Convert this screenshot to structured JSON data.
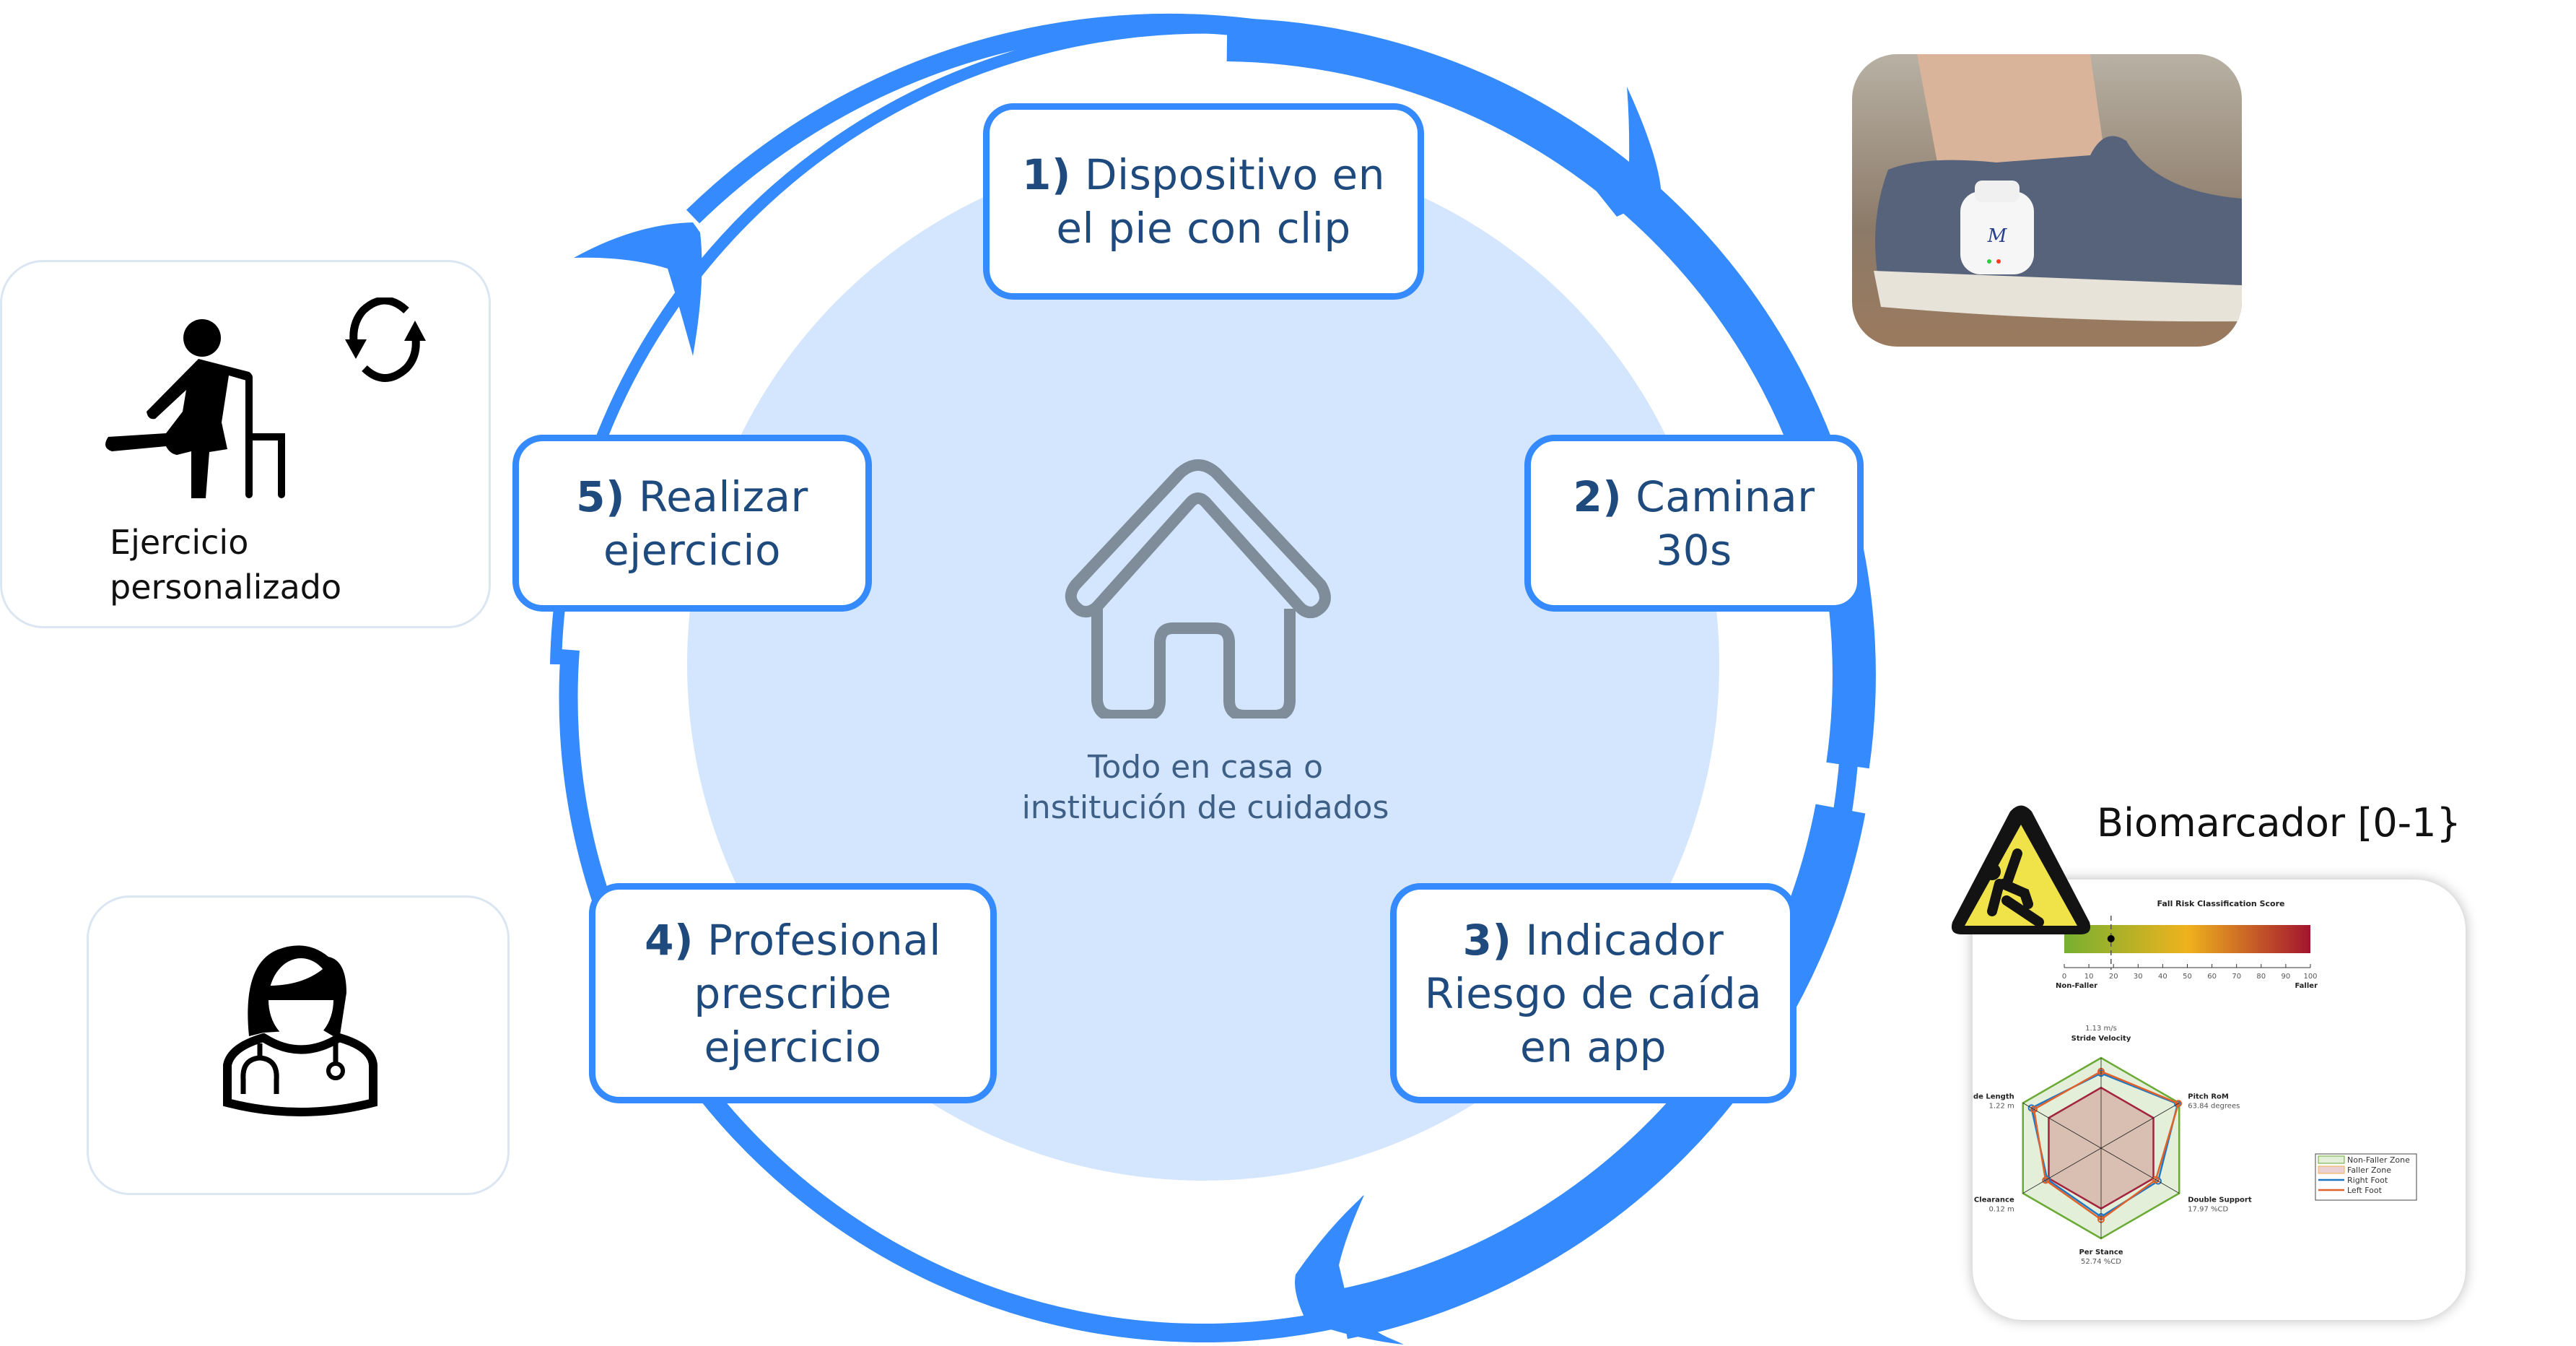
{
  "diagram": {
    "center_caption": "Todo en casa o\ninstitución de cuidados",
    "steps": [
      {
        "number": "1)",
        "text": "Dispositivo en\nel pie con clip"
      },
      {
        "number": "2)",
        "text": "Caminar\n30s"
      },
      {
        "number": "3)",
        "text": "Indicador\nRiesgo de caída\nen app"
      },
      {
        "number": "4)",
        "text": "Profesional\nprescribe\nejercicio"
      },
      {
        "number": "5)",
        "text": "Realizar\nejercicio"
      }
    ],
    "exercise_card": {
      "label": "Ejercicio\npersonalizado",
      "icons": [
        "exercise-chair-icon",
        "refresh-icon"
      ]
    },
    "doctor_card": {
      "icon": "doctor-stethoscope-icon"
    },
    "photo_card": {
      "description": "shoe with clip-on sensor device",
      "device_logo": "M"
    },
    "biomarker": {
      "title": "Biomarcador [0-1}",
      "icon": "warning-fall-icon"
    },
    "colors": {
      "accent": "#358bfd",
      "circle_fill": "#d4e6fd",
      "text_dark_blue": "#1f4a7e",
      "house_gray": "#7f8c99"
    }
  },
  "chart_data": [
    {
      "type": "bar",
      "title": "Fall Risk Classification Score",
      "value": 19,
      "xlim": [
        0,
        100
      ],
      "ticks": [
        0,
        10,
        20,
        30,
        40,
        50,
        60,
        70,
        80,
        90,
        100
      ],
      "tick_labels": [
        "0",
        "10",
        "20",
        "30",
        "40",
        "50",
        "60",
        "70",
        "80",
        "90",
        "100"
      ],
      "left_label": "Non-Faller",
      "right_label": "Faller",
      "gradient": [
        "#76b030",
        "#efb21e",
        "#a3142f"
      ]
    },
    {
      "type": "radar",
      "axes": [
        {
          "name": "Stride Velocity",
          "value_label": "1.13 m/s"
        },
        {
          "name": "Pitch RoM",
          "value_label": "63.84 degrees"
        },
        {
          "name": "Double Support",
          "value_label": "17.97 %CD"
        },
        {
          "name": "Per Stance",
          "value_label": "52.74 %CD"
        },
        {
          "name": "Clearance",
          "value_label": "0.12 m"
        },
        {
          "name": "Stride Length",
          "value_label": "1.22 m"
        }
      ],
      "series": [
        {
          "name": "Non-Faller Zone",
          "values": [
            1.0,
            1.0,
            1.0,
            1.0,
            1.0,
            1.0
          ],
          "color": "#6aaa35",
          "fill": "#e3efd8"
        },
        {
          "name": "Faller Zone",
          "values": [
            0.67,
            0.67,
            0.67,
            0.67,
            0.67,
            0.67
          ],
          "color": "#a3243e",
          "fill": "#d9bfb2"
        },
        {
          "name": "Right Foot",
          "values": [
            0.83,
            0.98,
            0.73,
            0.76,
            0.69,
            0.89
          ],
          "color": "#1f77c4"
        },
        {
          "name": "Left Foot",
          "values": [
            0.85,
            0.99,
            0.7,
            0.79,
            0.71,
            0.86
          ],
          "color": "#e0622a"
        }
      ],
      "legend": [
        "Non-Faller Zone",
        "Faller Zone",
        "Right Foot",
        "Left Foot"
      ],
      "legend_position": "right"
    }
  ]
}
